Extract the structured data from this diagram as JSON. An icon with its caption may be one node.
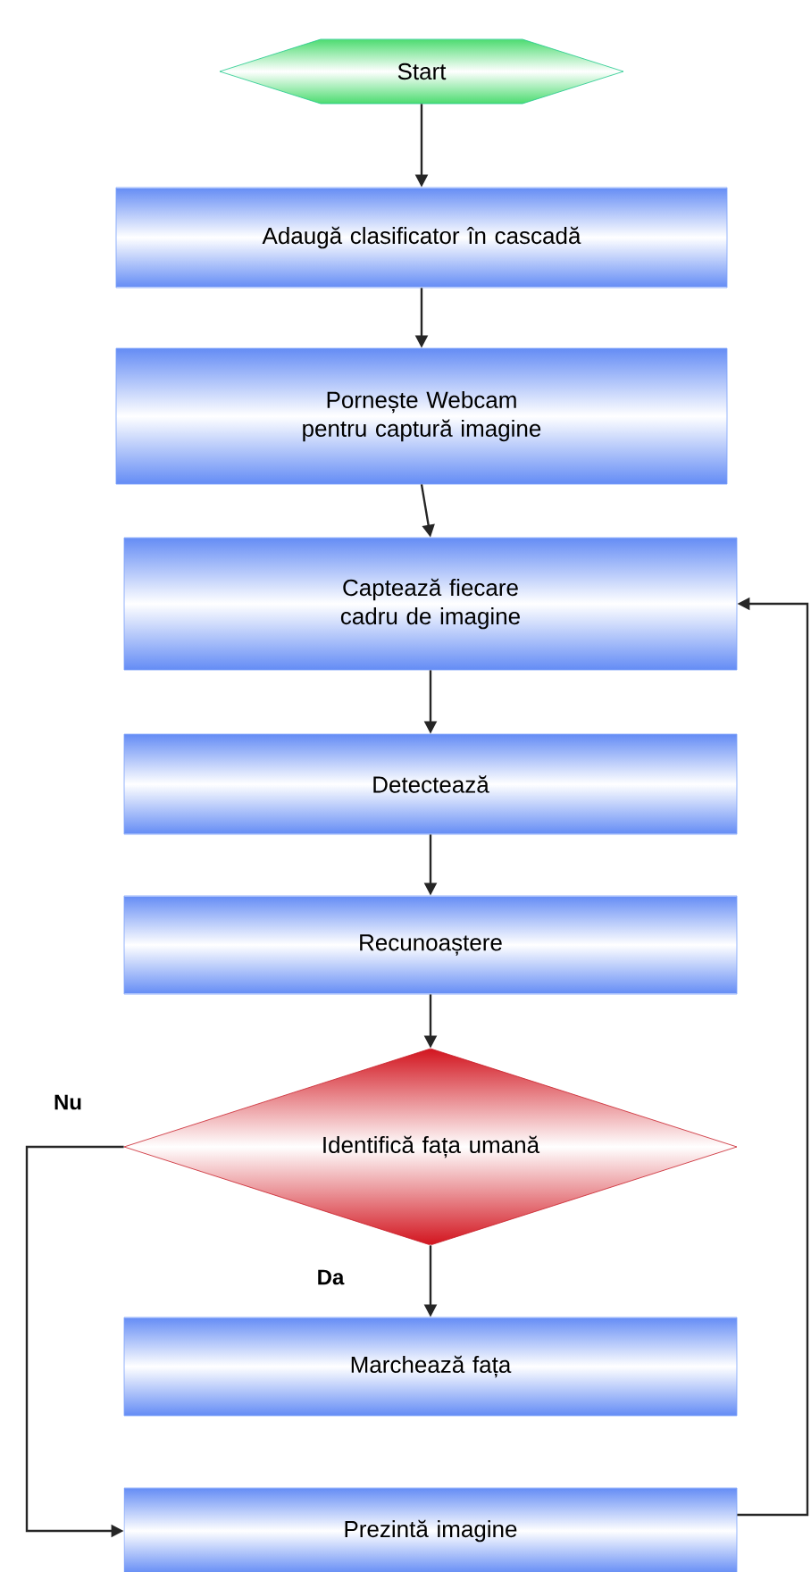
{
  "diagram": {
    "nodes": [
      {
        "text": [
          "Start"
        ]
      },
      {
        "text": [
          "Adaugă clasificator în cascadă"
        ]
      },
      {
        "text": [
          "Pornește Webcam pentru captură imagine"
        ]
      },
      {
        "text": [
          "Captează fiecare cadru de imagine"
        ]
      },
      {
        "text": [
          "Detectează"
        ]
      },
      {
        "text": [
          "Recunoaștere"
        ]
      },
      {
        "text": [
          "Identifică fața umană"
        ]
      },
      {
        "text": [
          "Marchează fața"
        ]
      },
      {
        "text": [
          "Prezintă imagine"
        ]
      }
    ],
    "edges": [
      {
        "from": 0,
        "to": 1,
        "arrow": "to"
      },
      {
        "from": 1,
        "to": 2,
        "arrow": "to"
      },
      {
        "from": 2,
        "to": 3,
        "arrow": "to"
      },
      {
        "from": 3,
        "to": 4,
        "arrow": "to"
      },
      {
        "from": 4,
        "to": 5,
        "arrow": "to"
      },
      {
        "from": 5,
        "to": 6,
        "arrow": "to"
      },
      {
        "from": 6,
        "to": 7,
        "arrow": "to",
        "label": "Da"
      },
      {
        "from": 6,
        "to": 8,
        "arrow": "to",
        "label": "Nu"
      },
      {
        "from": 8,
        "to": 3,
        "arrow": "to"
      }
    ]
  }
}
